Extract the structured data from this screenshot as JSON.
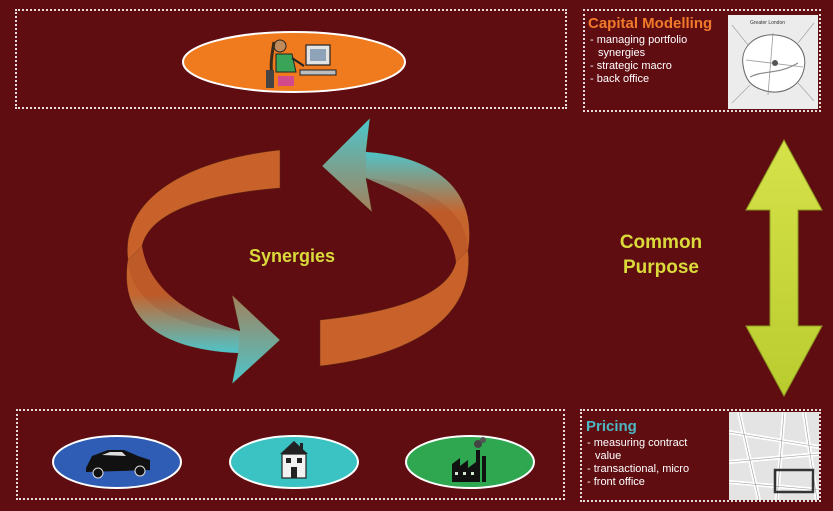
{
  "diagram": {
    "center_label": "Synergies",
    "purpose_label": "Common\nPurpose"
  },
  "capital_panel": {
    "title": "Capital Modelling",
    "items": [
      "- managing portfolio",
      "  synergies",
      "- strategic macro",
      "- back office"
    ],
    "map_caption": "Greater London"
  },
  "pricing_panel": {
    "title": "Pricing",
    "items": [
      "- measuring contract",
      "  value",
      "- transactional, micro",
      "- front office"
    ]
  },
  "icons": {
    "top": "person-at-computer-icon",
    "bottom": [
      "car-icon",
      "house-icon",
      "factory-icon"
    ]
  },
  "colors": {
    "background": "#600d12",
    "capital_title": "#f07a2a",
    "pricing_title": "#4bb8c4",
    "accent_text": "#d9db3a",
    "arrow_orange": "#c9622a",
    "arrow_teal": "#4cc6cc",
    "double_arrow": "#c8d83a",
    "oval_orange": "#f07a1e",
    "oval_blue": "#2f5cb4",
    "oval_teal": "#3bc2c2",
    "oval_green": "#2ea750"
  }
}
